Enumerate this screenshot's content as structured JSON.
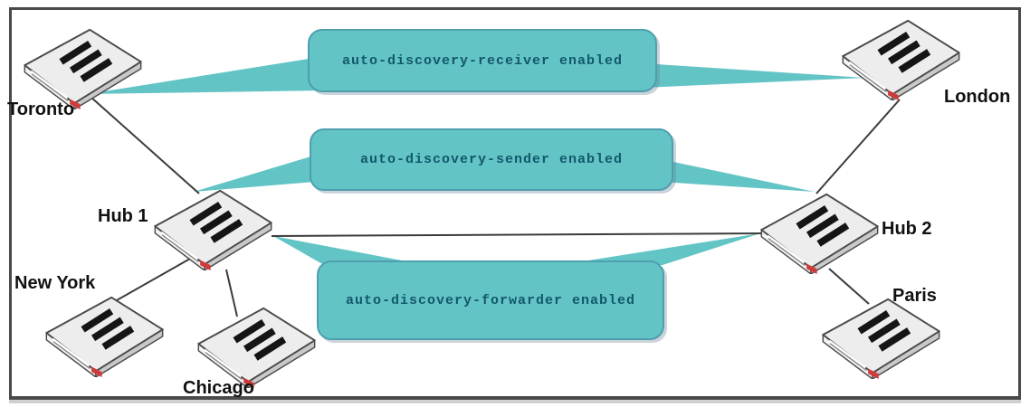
{
  "nodes": {
    "toronto": "Toronto",
    "london": "London",
    "hub1": "Hub 1",
    "hub2": "Hub 2",
    "new_york": "New York",
    "chicago": "Chicago",
    "paris": "Paris"
  },
  "callouts": {
    "receiver": "auto-discovery-receiver enabled",
    "sender": "auto-discovery-sender enabled",
    "forwarder": "auto-discovery-forwarder enabled"
  },
  "links": [
    "Toronto - Hub 1",
    "London - Hub 2",
    "Hub 1 - Hub 2",
    "Hub 1 - New York",
    "Hub 1 - Chicago",
    "Hub 2 - Paris"
  ],
  "colors": {
    "callout_fill": "#63c4c6",
    "callout_border": "#4e9fae",
    "callout_text": "#12586b",
    "link_line": "#3b3b3b",
    "router_body": "#ededed",
    "router_accent": "#cf3a3a",
    "frame_border": "#4a4a4a",
    "background": "#ffffff"
  }
}
